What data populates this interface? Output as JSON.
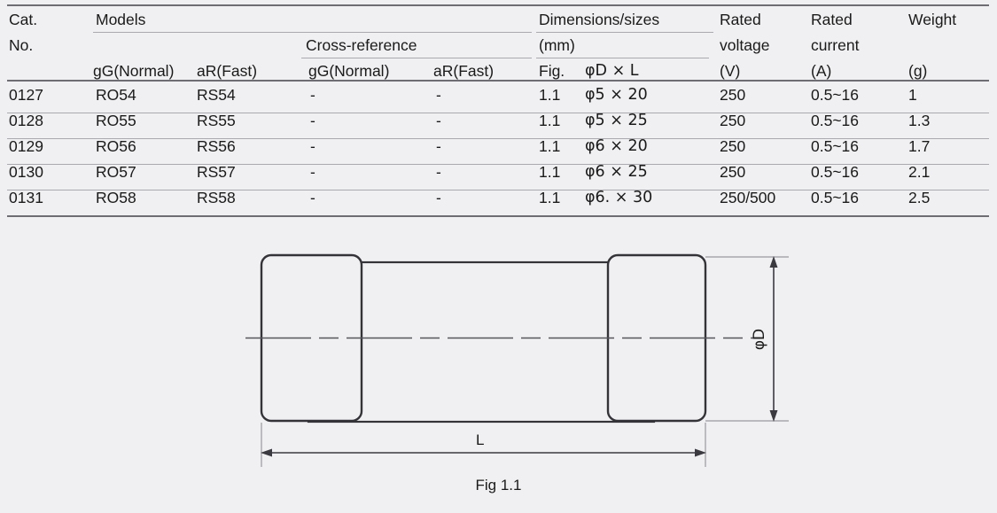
{
  "table": {
    "headers": {
      "cat_no_line1": "Cat.",
      "cat_no_line2": "No.",
      "models": "Models",
      "cross_reference": "Cross-reference",
      "models_gg": "gG(Normal)",
      "models_ar": "aR(Fast)",
      "xref_gg": "gG(Normal)",
      "xref_ar": "aR(Fast)",
      "dimensions_line1": "Dimensions/sizes",
      "dimensions_line2": "(mm)",
      "fig": "Fig.",
      "dia_by_len": "φD × L",
      "rated_voltage_line1": "Rated",
      "rated_voltage_line2": "voltage",
      "rated_voltage_unit": "(V)",
      "rated_current_line1": "Rated",
      "rated_current_line2": "current",
      "rated_current_unit": "(A)",
      "weight_line1": "Weight",
      "weight_unit": "(g)"
    },
    "rows": [
      {
        "cat_no": "0127",
        "models_gg": "RO54",
        "models_ar": "RS54",
        "xref_gg": "-",
        "xref_ar": "-",
        "fig": "1.1",
        "size": "φ5 × 20",
        "rated_voltage": "250",
        "rated_current": "0.5~16",
        "weight": "1"
      },
      {
        "cat_no": "0128",
        "models_gg": "RO55",
        "models_ar": "RS55",
        "xref_gg": "-",
        "xref_ar": "-",
        "fig": "1.1",
        "size": "φ5 × 25",
        "rated_voltage": "250",
        "rated_current": "0.5~16",
        "weight": "1.3"
      },
      {
        "cat_no": "0129",
        "models_gg": "RO56",
        "models_ar": "RS56",
        "xref_gg": "-",
        "xref_ar": "-",
        "fig": "1.1",
        "size": "φ6 × 20",
        "rated_voltage": "250",
        "rated_current": "0.5~16",
        "weight": "1.7"
      },
      {
        "cat_no": "0130",
        "models_gg": "RO57",
        "models_ar": "RS57",
        "xref_gg": "-",
        "xref_ar": "-",
        "fig": "1.1",
        "size": "φ6 × 25",
        "rated_voltage": "250",
        "rated_current": "0.5~16",
        "weight": "2.1"
      },
      {
        "cat_no": "0131",
        "models_gg": "RO58",
        "models_ar": "RS58",
        "xref_gg": "-",
        "xref_ar": "-",
        "fig": "1.1",
        "size": "φ6. × 30",
        "rated_voltage": "250/500",
        "rated_current": "0.5~16",
        "weight": "2.5"
      }
    ]
  },
  "figure": {
    "caption": "Fig 1.1",
    "length_label": "L",
    "diameter_label": "φD"
  },
  "colors": {
    "background": "#f0f0f2",
    "text": "#1a1a1a",
    "rule": "#8d8d93",
    "outline": "#333338"
  }
}
